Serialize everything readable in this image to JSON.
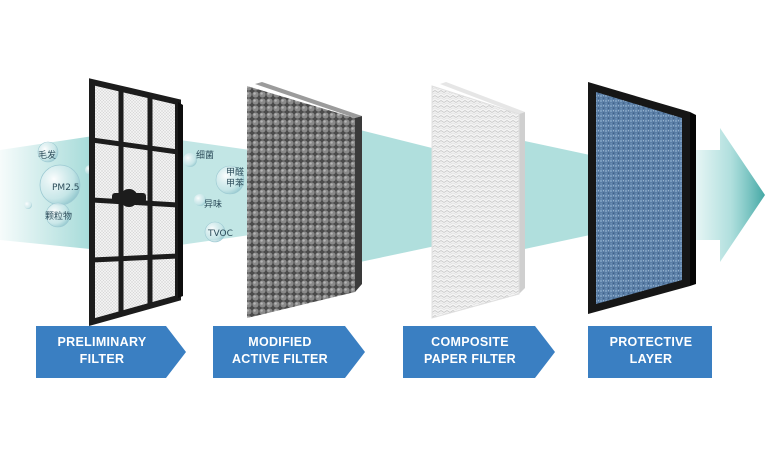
{
  "colors": {
    "banner": "#3a7fc2",
    "flow_arrow": "#4fb8b4",
    "frame": "#1c1c1c",
    "active_carbon": "#6b6b6b",
    "paper": "#eeeeee",
    "protective_media": "#5a7ea6"
  },
  "pollutants": [
    "毛发",
    "PM2.5",
    "颗粒物",
    "细菌",
    "甲醛",
    "甲苯",
    "异味",
    "TVOC"
  ],
  "stages": [
    {
      "line1": "PRELIMINARY",
      "line2": "FILTER"
    },
    {
      "line1": "MODIFIED",
      "line2": "ACTIVE FILTER"
    },
    {
      "line1": "COMPOSITE",
      "line2": "PAPER FILTER"
    },
    {
      "line1": "PROTECTIVE",
      "line2": "LAYER"
    }
  ]
}
